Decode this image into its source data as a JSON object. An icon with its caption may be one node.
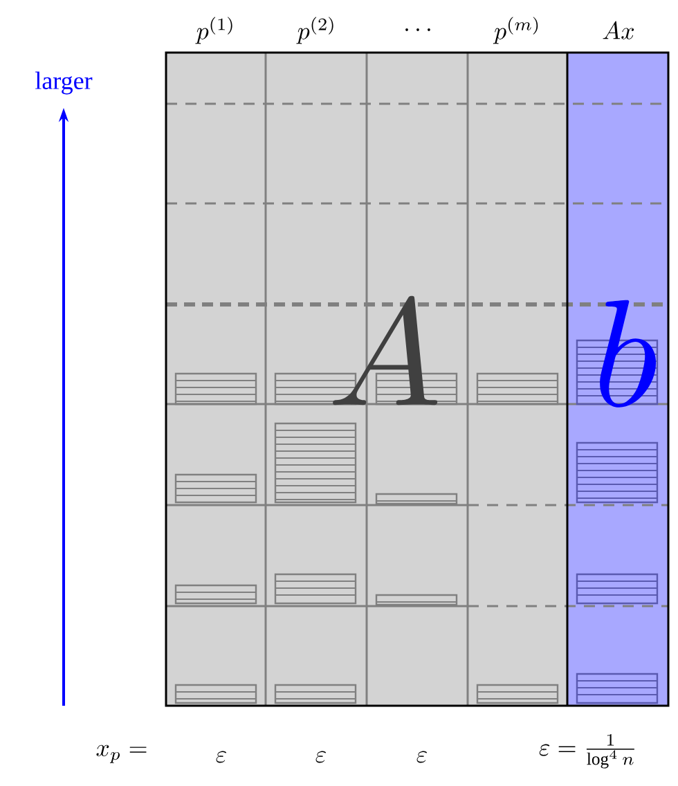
{
  "diagram": {
    "labels": [
      "p^{(1)}",
      "p^{(2)}",
      "\\cdots",
      "p^{(m)}",
      "Ax",
      "larger",
      "A",
      "b",
      "x_p =",
      "\\varepsilon",
      "\\varepsilon",
      "\\varepsilon",
      "\\varepsilon = \\frac{1}{\\log^4 n}"
    ]
  }
}
